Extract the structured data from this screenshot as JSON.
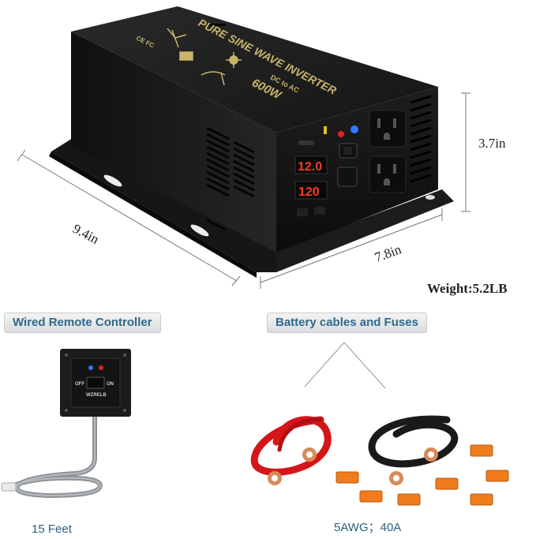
{
  "product": {
    "title_print": "PURE SINE WAVE INVERTER",
    "subtitle_print": "DC to AC",
    "power_print": "600W",
    "cert_marks": "CE FC",
    "display_top": "12.0",
    "display_bottom": "120"
  },
  "dimensions": {
    "height": "3.7in",
    "length": "9.4in",
    "width": "7.8in",
    "weight": "Weight:5.2LB"
  },
  "sections": {
    "remote_title": "Wired Remote Controller",
    "cables_title": "Battery cables and Fuses"
  },
  "remote": {
    "off_label": "OFF",
    "on_label": "ON",
    "brand": "WZRELB",
    "caption": "15 Feet"
  },
  "cables": {
    "caption": "5AWG；40A"
  },
  "colors": {
    "inverter_body": "#1b1b1b",
    "print_gold": "#c9b56a",
    "display_red": "#ff3b1f",
    "cable_red": "#d4161a",
    "cable_black": "#1a1a1a",
    "fuse_orange": "#f07c1b",
    "accent_blue": "#2d6a8a"
  },
  "icons": {
    "power_led": "blue-led-icon",
    "status_led": "red-led-icon",
    "wind_solar_graphic": "wind-solar-icon"
  }
}
